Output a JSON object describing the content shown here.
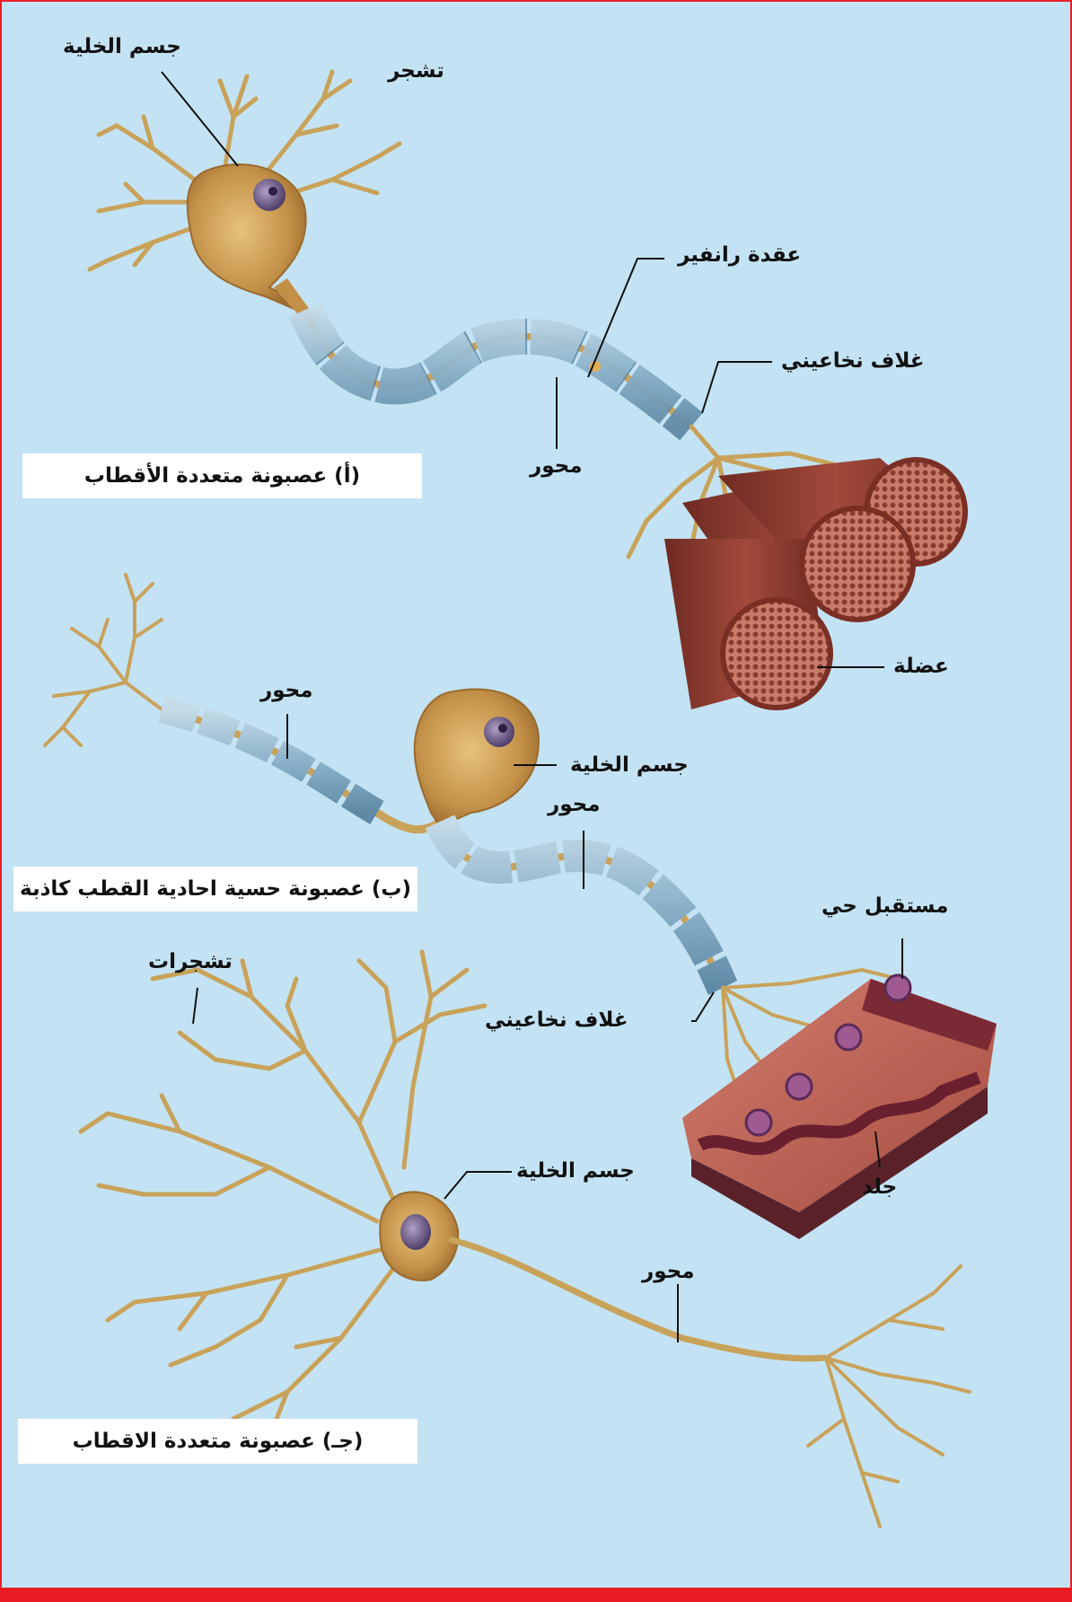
{
  "neuron_a": {
    "caption": "(أ) عصبونة متعددة الأقطاب",
    "labels": {
      "cell_body": "جسم الخلية",
      "dendrite": "تشجر",
      "node_of_ranvier": "عقدة رانفير",
      "myelin_sheath": "غلاف نخاعيني",
      "axon": "محور",
      "muscle": "عضلة"
    }
  },
  "neuron_b": {
    "caption": "(ب) عصبونة حسية احادية القطب كاذبة",
    "labels": {
      "axon_left": "محور",
      "cell_body": "جسم الخلية",
      "axon_right": "محور",
      "receptor": "مستقبل حي",
      "myelin_sheath": "غلاف نخاعيني",
      "skin": "جلد"
    }
  },
  "neuron_c": {
    "caption": "(جـ) عصبونة متعددة الاقطاب",
    "labels": {
      "dendrites": "تشجرات",
      "cell_body": "جسم الخلية",
      "axon": "محور"
    }
  },
  "colors": {
    "background": "#c3e3f4",
    "border": "#e8202a",
    "neuron": "#c9a25a",
    "myelin": "#8fb3c9",
    "muscle": "#8b3a2e",
    "skin": "#b5574a"
  }
}
